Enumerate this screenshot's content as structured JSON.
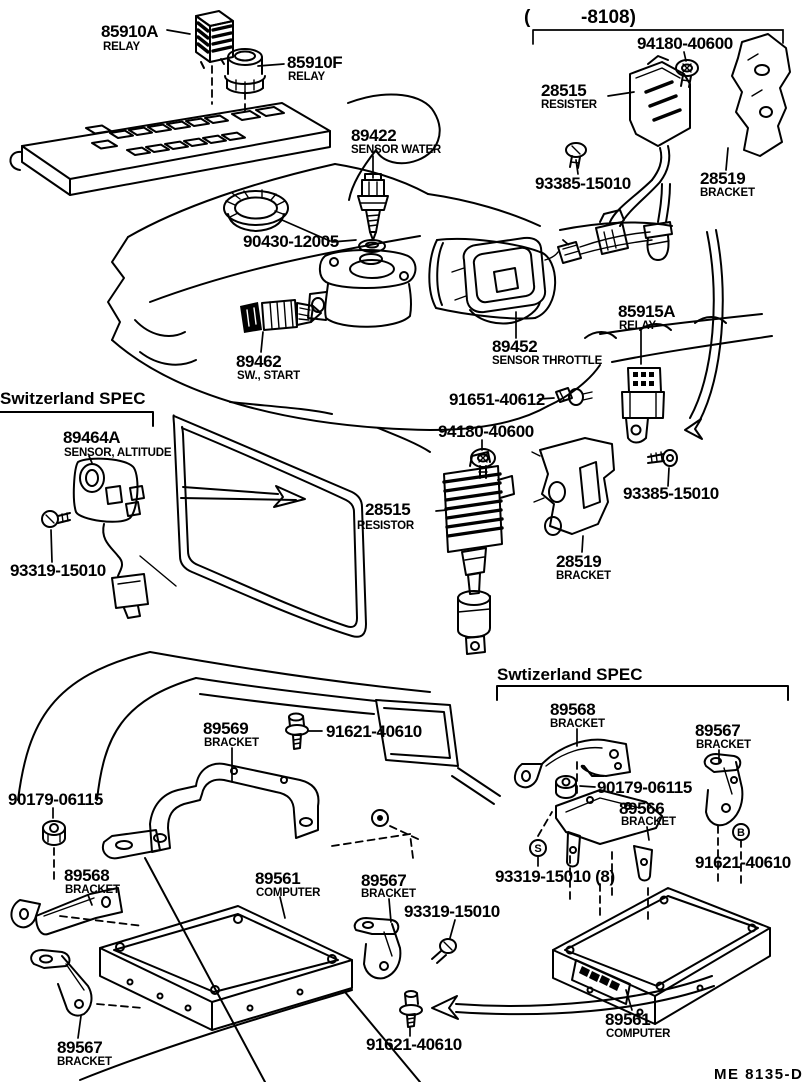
{
  "header": {
    "open_paren": "(",
    "range_code": "-8108)"
  },
  "sections": {
    "left_spec_title": "Switzerland SPEC",
    "right_spec_title": "Swtizerland SPEC"
  },
  "footer": {
    "doc_code": "ME 8135-D"
  },
  "symbols": {
    "s_marker": "S",
    "b_marker": "B"
  },
  "labels": [
    {
      "part": "85910A",
      "desc": "RELAY"
    },
    {
      "part": "85910F",
      "desc": "RELAY"
    },
    {
      "part": "89422",
      "desc": "SENSOR WATER"
    },
    {
      "part": "90430-12005",
      "desc": ""
    },
    {
      "part": "94180-40600",
      "desc": ""
    },
    {
      "part": "28515",
      "desc": "RESISTER"
    },
    {
      "part": "93385-15010",
      "desc": ""
    },
    {
      "part": "28519",
      "desc": "BRACKET"
    },
    {
      "part": "85915A",
      "desc": "RELAY"
    },
    {
      "part": "89452",
      "desc": "SENSOR THROTTLE"
    },
    {
      "part": "89462",
      "desc": "SW., START"
    },
    {
      "part": "91651-40612",
      "desc": ""
    },
    {
      "part": "89464A",
      "desc": "SENSOR, ALTITUDE"
    },
    {
      "part": "93319-15010",
      "desc": ""
    },
    {
      "part": "94180-40600",
      "desc": ""
    },
    {
      "part": "28515",
      "desc": "RESISTOR"
    },
    {
      "part": "93385-15010",
      "desc": ""
    },
    {
      "part": "28519",
      "desc": "BRACKET"
    },
    {
      "part": "89569",
      "desc": "BRACKET"
    },
    {
      "part": "91621-40610",
      "desc": ""
    },
    {
      "part": "90179-06115",
      "desc": ""
    },
    {
      "part": "89568",
      "desc": "BRACKET"
    },
    {
      "part": "89561",
      "desc": "COMPUTER"
    },
    {
      "part": "89567",
      "desc": "BRACKET"
    },
    {
      "part": "93319-15010",
      "desc": ""
    },
    {
      "part": "89567",
      "desc": "BRACKET"
    },
    {
      "part": "91621-40610",
      "desc": ""
    },
    {
      "part": "89568",
      "desc": "BRACKET"
    },
    {
      "part": "89567",
      "desc": "BRACKET"
    },
    {
      "part": "90179-06115",
      "desc": ""
    },
    {
      "part": "89566",
      "desc": "BRACKET"
    },
    {
      "part": "93319-15010 (8)",
      "desc": ""
    },
    {
      "part": "91621-40610",
      "desc": ""
    },
    {
      "part": "89561",
      "desc": "COMPUTER"
    }
  ]
}
